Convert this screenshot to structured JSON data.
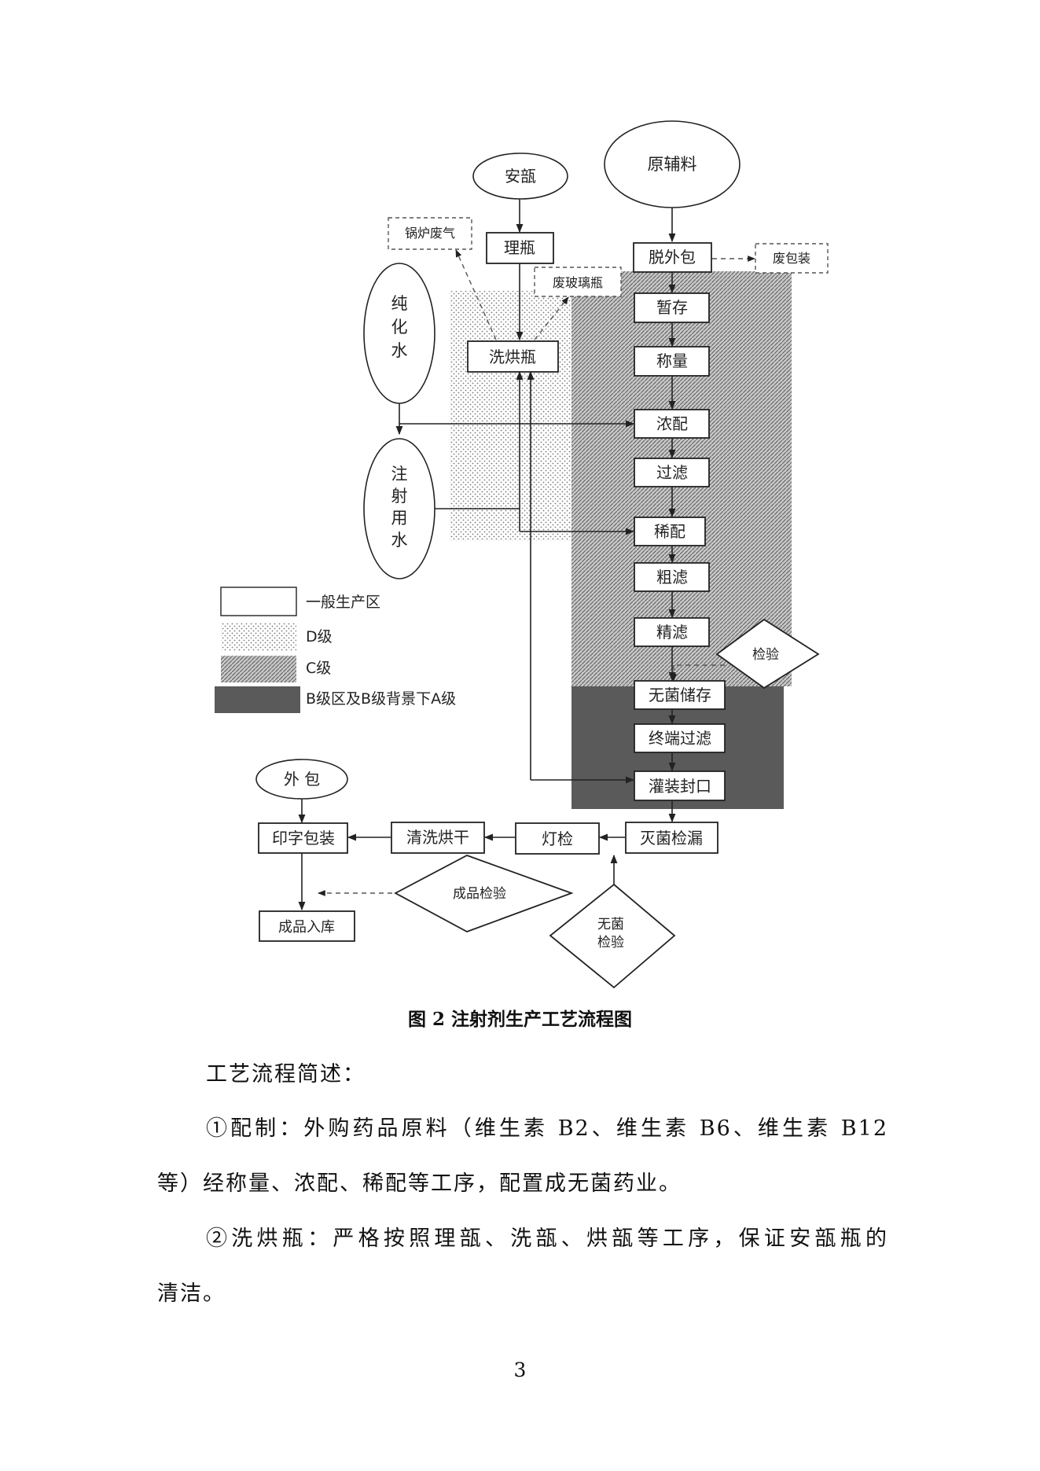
{
  "diagram": {
    "nodes": {
      "ampoule": "安瓿",
      "raw_materials": "原辅料",
      "boiler_gas": "锅炉废气",
      "sort_bottles": "理瓶",
      "unpack": "脱外包",
      "waste_packaging": "废包装",
      "waste_glass": "废玻璃瓶",
      "pure_water_1": "纯",
      "pure_water_2": "化",
      "pure_water_3": "水",
      "wash_dry_bottles": "洗烘瓶",
      "temp_storage": "暂存",
      "weighing": "称量",
      "concentrate_mix": "浓配",
      "filtration": "过滤",
      "wfi_1": "注",
      "wfi_2": "射",
      "wfi_3": "用",
      "wfi_4": "水",
      "dilute_mix": "稀配",
      "coarse_filter": "粗滤",
      "fine_filter": "精滤",
      "inspection": "检验",
      "sterile_storage": "无菌储存",
      "terminal_filter": "终端过滤",
      "fill_seal": "灌装封口",
      "outer_pack": "外 包",
      "print_pack": "印字包装",
      "wash_dry": "清洗烘干",
      "light_inspect": "灯检",
      "sterilize_leak": "灭菌检漏",
      "product_inspect": "成品检验",
      "sterile_inspect_1": "无菌",
      "sterile_inspect_2": "检验",
      "warehouse": "成品入库"
    },
    "legend": {
      "general": "一般生产区",
      "grade_d": "D级",
      "grade_c": "C级",
      "grade_b": "B级区及B级背景下A级"
    }
  },
  "caption": "图 2 注射剂生产工艺流程图",
  "text": {
    "heading": "工艺流程简述：",
    "item1_line1": "①配制：外购药品原料（维生素 B2、维生素 B6、维生素 B12",
    "item1_line2": "等）经称量、浓配、稀配等工序，配置成无菌药业。",
    "item2_line1": "②洗烘瓶：严格按照理瓿、洗瓿、烘瓿等工序，保证安瓿瓶的",
    "item2_line2": "清洁。"
  },
  "page_number": "3"
}
